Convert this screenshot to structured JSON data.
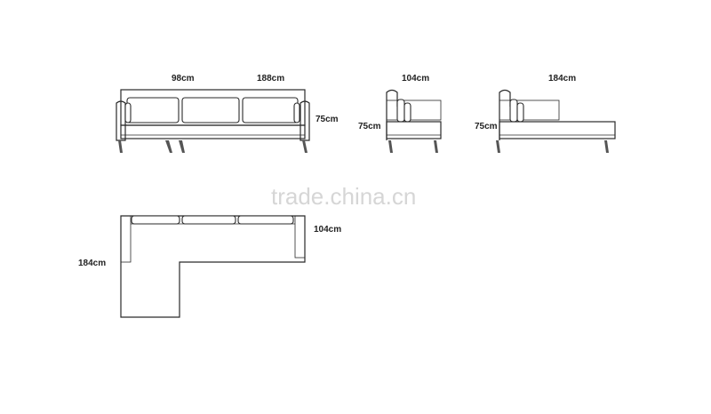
{
  "front_view": {
    "width_left": "98cm",
    "width_right": "188cm",
    "height": "75cm"
  },
  "side_view_small": {
    "depth": "104cm",
    "height": "75cm"
  },
  "side_view_chaise": {
    "depth": "184cm",
    "height": "75cm"
  },
  "top_view": {
    "depth_main": "104cm",
    "depth_chaise": "184cm"
  },
  "watermark": {
    "text": "trade.china.cn"
  },
  "colors": {
    "line": "#2a2a2a",
    "watermark": "#d6d6d6"
  }
}
